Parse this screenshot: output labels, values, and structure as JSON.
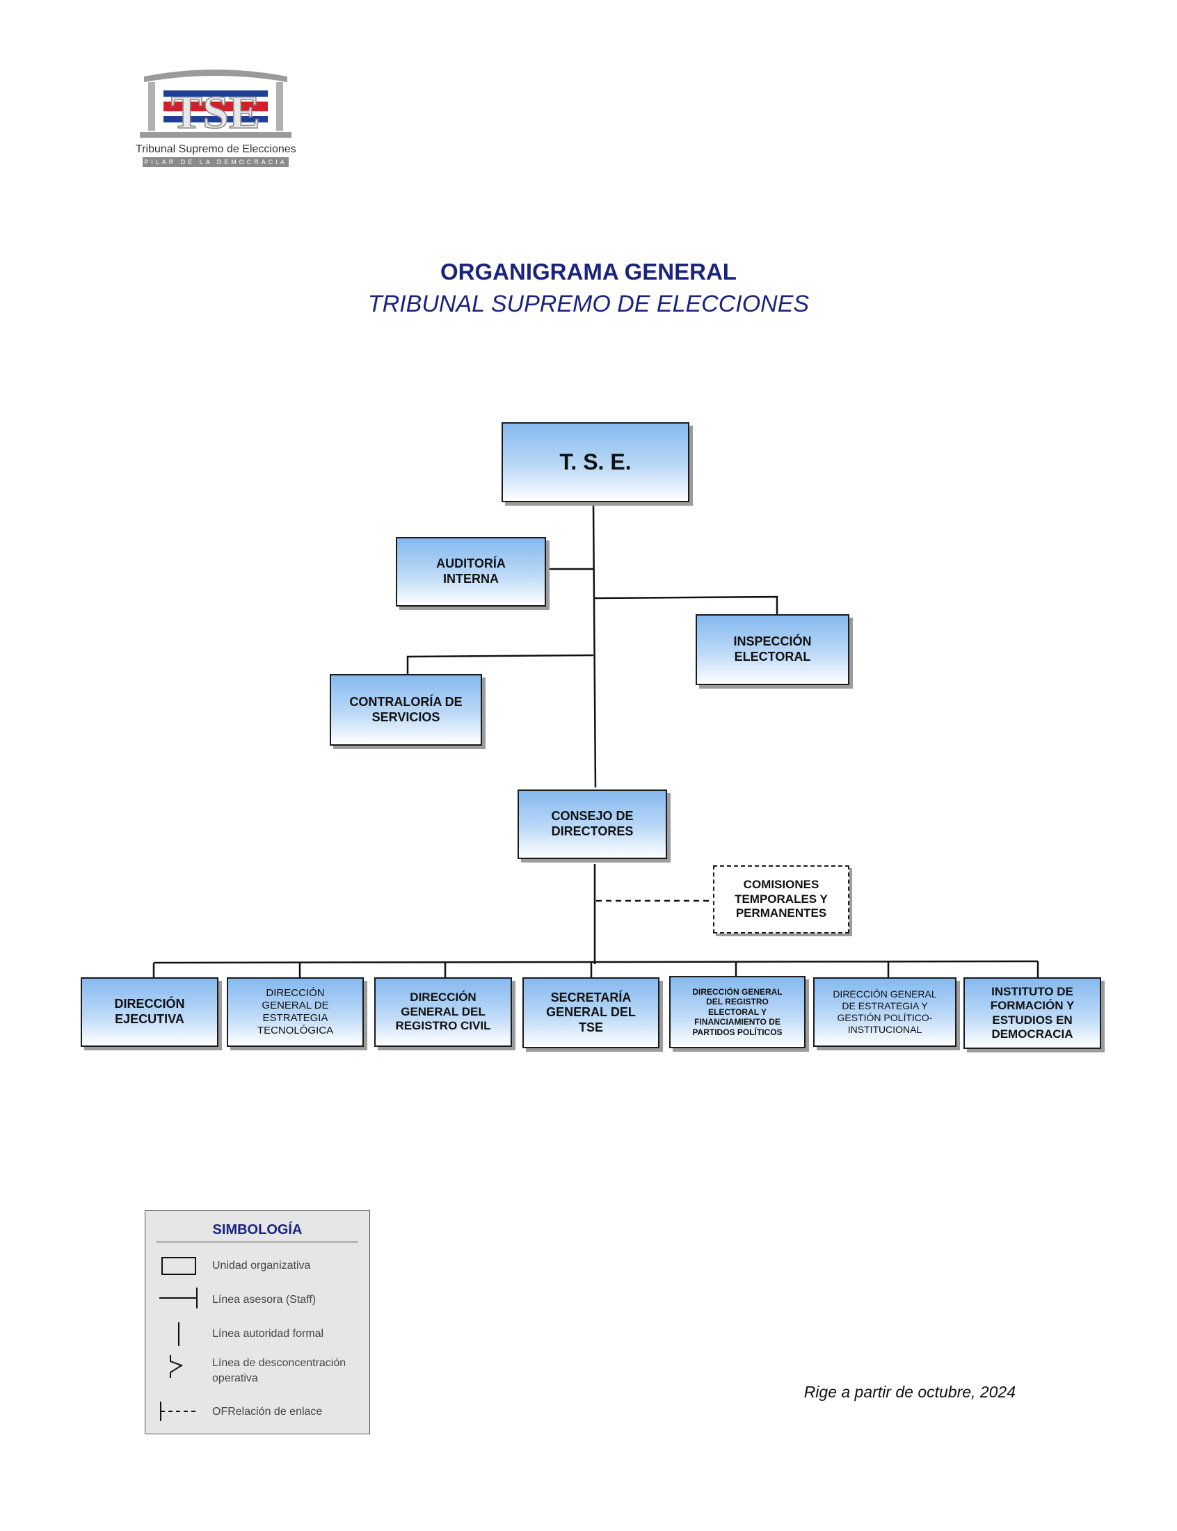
{
  "logo": {
    "letters": "TSE",
    "name": "Tribunal Supremo de Elecciones",
    "tagline": "PILAR DE LA DEMOCRACIA"
  },
  "title": {
    "line1": "ORGANIGRAMA GENERAL",
    "line2": "TRIBUNAL SUPREMO DE ELECCIONES"
  },
  "nodes": {
    "tse": "T. S. E.",
    "auditoria": "AUDITORÍA\nINTERNA",
    "inspeccion": "INSPECCIÓN\nELECTORAL",
    "contraloria": "CONTRALORÍA DE\nSERVICIOS",
    "consejo": "CONSEJO DE\nDIRECTORES",
    "comisiones": "COMISIONES\nTEMPORALES Y\nPERMANENTES",
    "dir_ejecutiva": "DIRECCIÓN\nEJECUTIVA",
    "dir_estrategia_tec": "DIRECCIÓN\nGENERAL DE\nESTRATEGIA\nTECNOLÓGICA",
    "dir_registro_civil": "DIRECCIÓN\nGENERAL DEL\nREGISTRO CIVIL",
    "secretaria": "SECRETARÍA\nGENERAL DEL\nTSE",
    "dir_registro_electoral": "DIRECCIÓN GENERAL\nDEL REGISTRO\nELECTORAL Y\nFINANCIAMIENTO DE\nPARTIDOS POLÍTICOS",
    "dir_estrategia_pol": "DIRECCIÓN GENERAL\nDE ESTRATEGIA Y\nGESTIÓN POLÍTICO-\nINSTITUCIONAL",
    "instituto": "INSTITUTO DE\nFORMACIÓN Y\nESTUDIOS EN\nDEMOCRACIA"
  },
  "legend": {
    "title": "SIMBOLOGÍA",
    "items": [
      "Unidad organizativa",
      "Línea asesora (Staff)",
      "Línea autoridad formal",
      "Línea de desconcentración operativa",
      "OFRelación de enlace"
    ]
  },
  "effective_date": "Rige a partir de octubre, 2024",
  "colors": {
    "title": "#1a237e",
    "box_gradient_top": "#85b9ef",
    "box_gradient_bottom": "#ffffff",
    "logo_red": "#d21f2b",
    "logo_blue": "#1f3f95"
  }
}
